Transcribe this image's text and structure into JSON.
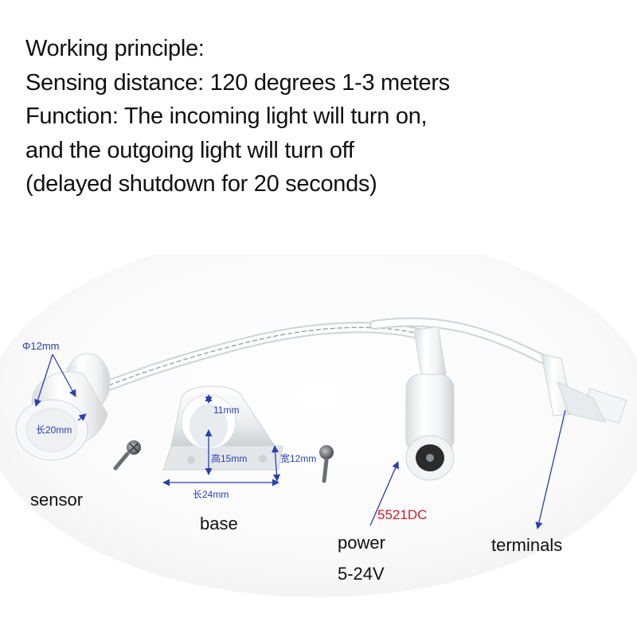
{
  "intro": {
    "lines": [
      "Working principle:",
      "Sensing distance: 120 degrees 1-3 meters",
      "Function: The incoming light will turn on,",
      "and the outgoing light will turn off",
      "(delayed shutdown for 20 seconds)"
    ]
  },
  "dimensions": {
    "sensor_diameter": "Φ12mm",
    "sensor_length": "长20mm",
    "base_top": "11mm",
    "base_height": "高15mm",
    "base_width": "宽12mm",
    "base_length": "长24mm"
  },
  "labels": {
    "sensor": "sensor",
    "base": "base",
    "connector_code": "5521DC",
    "power": "power",
    "voltage": "5-24V",
    "terminals": "terminals"
  },
  "colors": {
    "annotation": "#2a3fb0",
    "connector_code": "#d11a2a",
    "text": "#111111"
  }
}
